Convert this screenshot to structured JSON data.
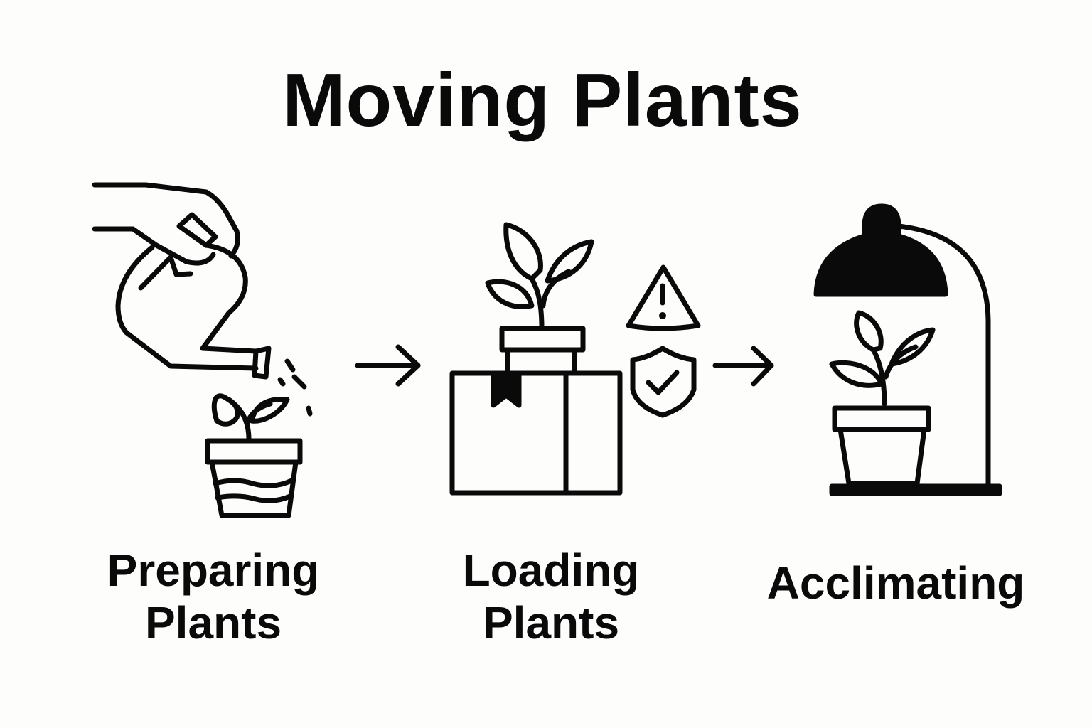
{
  "title": "Moving Plants",
  "steps": [
    {
      "lines": [
        "Preparing",
        "Plants"
      ],
      "icon": "watering-can-and-potted-plant"
    },
    {
      "lines": [
        "Loading",
        "Plants"
      ],
      "icon": "plant-on-box-with-warning-and-shield"
    },
    {
      "lines": [
        "Acclimating"
      ],
      "icon": "plant-under-lamp"
    }
  ],
  "connector_icon": "arrow-right",
  "colors": {
    "ink": "#0a0a0a",
    "background": "#fdfdfb"
  }
}
